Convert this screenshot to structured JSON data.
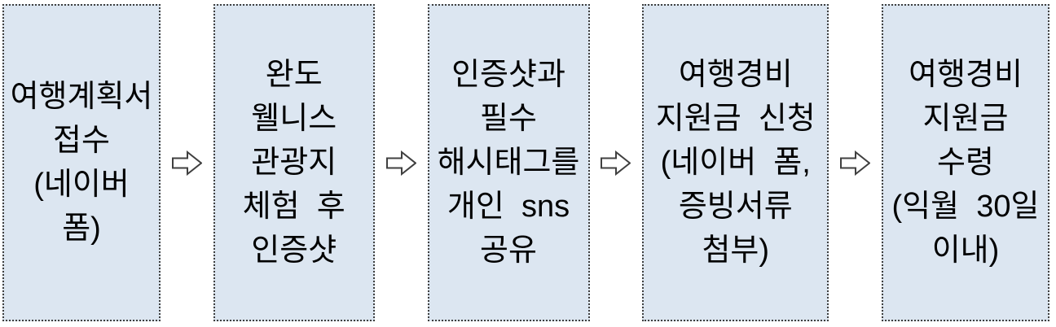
{
  "theme": {
    "page-bg": "#ffffff",
    "box-bg": "#dce6f1",
    "border-color": "#3f3f3f",
    "text-color": "#000000",
    "arrow-color": "#404040"
  },
  "flow": {
    "type": "horizontal-process-flow",
    "arrow_icon": "⇨",
    "steps": [
      {
        "text": "여행계획서\n접수\n(네이버  폼)"
      },
      {
        "text": "완도\n웰니스\n관광지\n체험  후\n인증샷"
      },
      {
        "text": "인증샷과\n필수\n해시태그를\n개인  sns\n공유"
      },
      {
        "text": "여행경비\n지원금  신청\n(네이버  폼,\n증빙서류\n첨부)"
      },
      {
        "text": "여행경비\n지원금\n수령\n(익월  30일\n이내)"
      }
    ]
  }
}
